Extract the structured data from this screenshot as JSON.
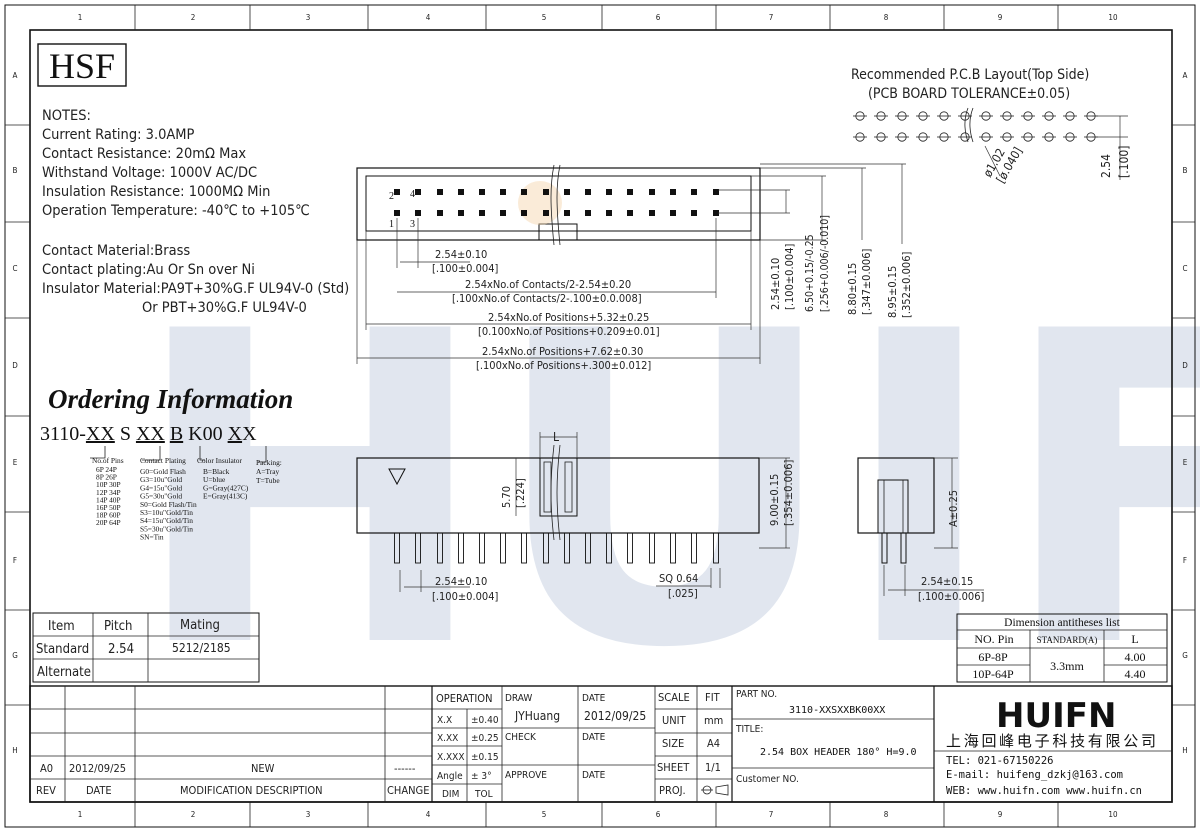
{
  "frame": {
    "cols": [
      "1",
      "2",
      "3",
      "4",
      "5",
      "6",
      "7",
      "8",
      "9",
      "10"
    ],
    "rows": [
      "A",
      "B",
      "C",
      "D",
      "E",
      "F",
      "G",
      "H"
    ]
  },
  "brand_box": "HSF",
  "watermark": "HUIFN",
  "notes": {
    "heading": "NOTES:",
    "lines": [
      "Current Rating: 3.0AMP",
      "Contact Resistance: 20mΩ Max",
      "Withstand Voltage: 1000V AC/DC",
      "Insulation Resistance: 1000MΩ Min",
      "Operation Temperature: -40℃ to +105℃"
    ],
    "material_lines": [
      "Contact Material:Brass",
      "Contact plating:Au Or Sn over Ni",
      "Insulator Material:PA9T+30%G.F UL94V-0 (Std)",
      "Or PBT+30%G.F UL94V-0"
    ]
  },
  "pcb_layout": {
    "title": "Recommended P.C.B Layout(Top Side)",
    "tolerance": "(PCB BOARD TOLERANCE±0.05)",
    "hole_dia": "ø1.02",
    "hole_dia_in": "[ø.040]",
    "pitch": "2.54",
    "pitch_in": "[.100]"
  },
  "top_view": {
    "pin_labels": [
      "2",
      "4",
      "1",
      "3"
    ],
    "dims": [
      {
        "mm": "2.54±0.10",
        "in": "[.100±0.004]"
      },
      {
        "mm": "2.54xNo.of Contacts/2-2.54±0.20",
        "in": "[.100xNo.of Contacts/2-.100±0.0.008]"
      },
      {
        "mm": "2.54xNo.of Positions+5.32±0.25",
        "in": "[0.100xNo.of Positions+0.209±0.01]"
      },
      {
        "mm": "2.54xNo.of Positions+7.62±0.30",
        "in": "[.100xNo.of Positions+.300±0.012]"
      }
    ],
    "vertical_dims": [
      {
        "mm": "2.54±0.10",
        "in": "[.100±0.004]"
      },
      {
        "mm": "6.50+0.15/-0.25",
        "in": "[.256+0.006/-0.010]"
      },
      {
        "mm": "8.80±0.15",
        "in": "[.347±0.006]"
      },
      {
        "mm": "8.95±0.15",
        "in": "[.352±0.006]"
      }
    ]
  },
  "ordering": {
    "title": "Ordering Information",
    "code_parts": [
      "3110-",
      "XX",
      " S ",
      "XX",
      " ",
      "B",
      " K00 ",
      "X",
      "X"
    ],
    "no_pins": {
      "heading": "No.of Pins",
      "rows": [
        "6P 24P",
        "8P 26P",
        "10P 30P",
        "12P 34P",
        "14P 40P",
        "16P 50P",
        "18P 60P",
        "20P 64P"
      ]
    },
    "plating": {
      "heading": "Contact Plating",
      "rows": [
        "G0=Gold Flash",
        "G3=10u\"Gold",
        "G4=15u\"Gold",
        "G5=30u\"Gold",
        "S0=Gold Flash/Tin",
        "S3=10u\"Gold/Tin",
        "S4=15u\"Gold/Tin",
        "S5=30u\"Gold/Tin",
        "SN=Tin"
      ]
    },
    "color": {
      "heading": "Color Insulator",
      "rows": [
        "B=Black",
        "U=blue",
        "G=Gray(427C)",
        "E=Gray(413C)"
      ]
    },
    "packing": {
      "heading": "Packing:",
      "rows": [
        "A=Tray",
        "T=Tube"
      ]
    }
  },
  "side_view": {
    "l_label": "L",
    "dim_570": "5.70",
    "dim_570_in": "[.224]",
    "dim_900": "9.00±0.15",
    "dim_900_in": "[.354±0.006]",
    "pitch": "2.54±0.10",
    "pitch_in": "[.100±0.004]",
    "sq": "SQ 0.64",
    "sq_in": "[.025]"
  },
  "end_view": {
    "a_dim": "A±0.25",
    "pitch": "2.54±0.15",
    "pitch_in": "[.100±0.006]"
  },
  "item_table": {
    "headers": [
      "Item",
      "Pitch",
      "Mating"
    ],
    "rows": [
      [
        "Standard",
        "2.54",
        "5212/2185"
      ],
      [
        "Alternate",
        "",
        ""
      ]
    ]
  },
  "dim_list": {
    "title": "Dimension antitheses list",
    "headers": [
      "NO. Pin",
      "STANDARD(A)",
      "L"
    ],
    "rows": [
      {
        "pin": "6P-8P",
        "std": "3.3mm",
        "l": "4.00"
      },
      {
        "pin": "10P-64P",
        "std": "",
        "l": "4.40"
      }
    ]
  },
  "title_block": {
    "rev_row": {
      "rev": "A0",
      "date": "2012/09/25",
      "desc": "NEW",
      "change": "------"
    },
    "headers": {
      "rev": "REV",
      "date": "DATE",
      "desc": "MODIFICATION DESCRIPTION",
      "change": "CHANGE"
    },
    "operation": "OPERATION",
    "tol_rows": [
      {
        "k": "X.X",
        "v": "±0.40"
      },
      {
        "k": "X.XX",
        "v": "±0.25"
      },
      {
        "k": "X.XXX",
        "v": "±0.15"
      },
      {
        "k": "Angle",
        "v": "± 3°"
      }
    ],
    "dim_label": "DIM",
    "tol_label": "TOL",
    "draw": "DRAW",
    "drawer": "JYHuang",
    "date_label": "DATE",
    "date": "2012/09/25",
    "check": "CHECK",
    "approve": "APPROVE",
    "scale": "SCALE",
    "fit": "FIT",
    "unit": "UNIT",
    "unit_v": "mm",
    "size": "SIZE",
    "size_v": "A4",
    "sheet": "SHEET",
    "sheet_v": "1/1",
    "proj": "PROJ.",
    "part_no_label": "PART NO.",
    "part_no": "3110-XXSXXBK00XX",
    "title_label": "TITLE:",
    "title": "2.54 BOX HEADER 180° H=9.0",
    "customer": "Customer NO.",
    "company_logo": "HUIFN",
    "company_cn": "上海回峰电子科技有限公司",
    "tel": "TEL: 021-67150226",
    "email": "E-mail: huifeng_dzkj@163.com",
    "web": "WEB: www.huifn.com  www.huifn.cn"
  }
}
